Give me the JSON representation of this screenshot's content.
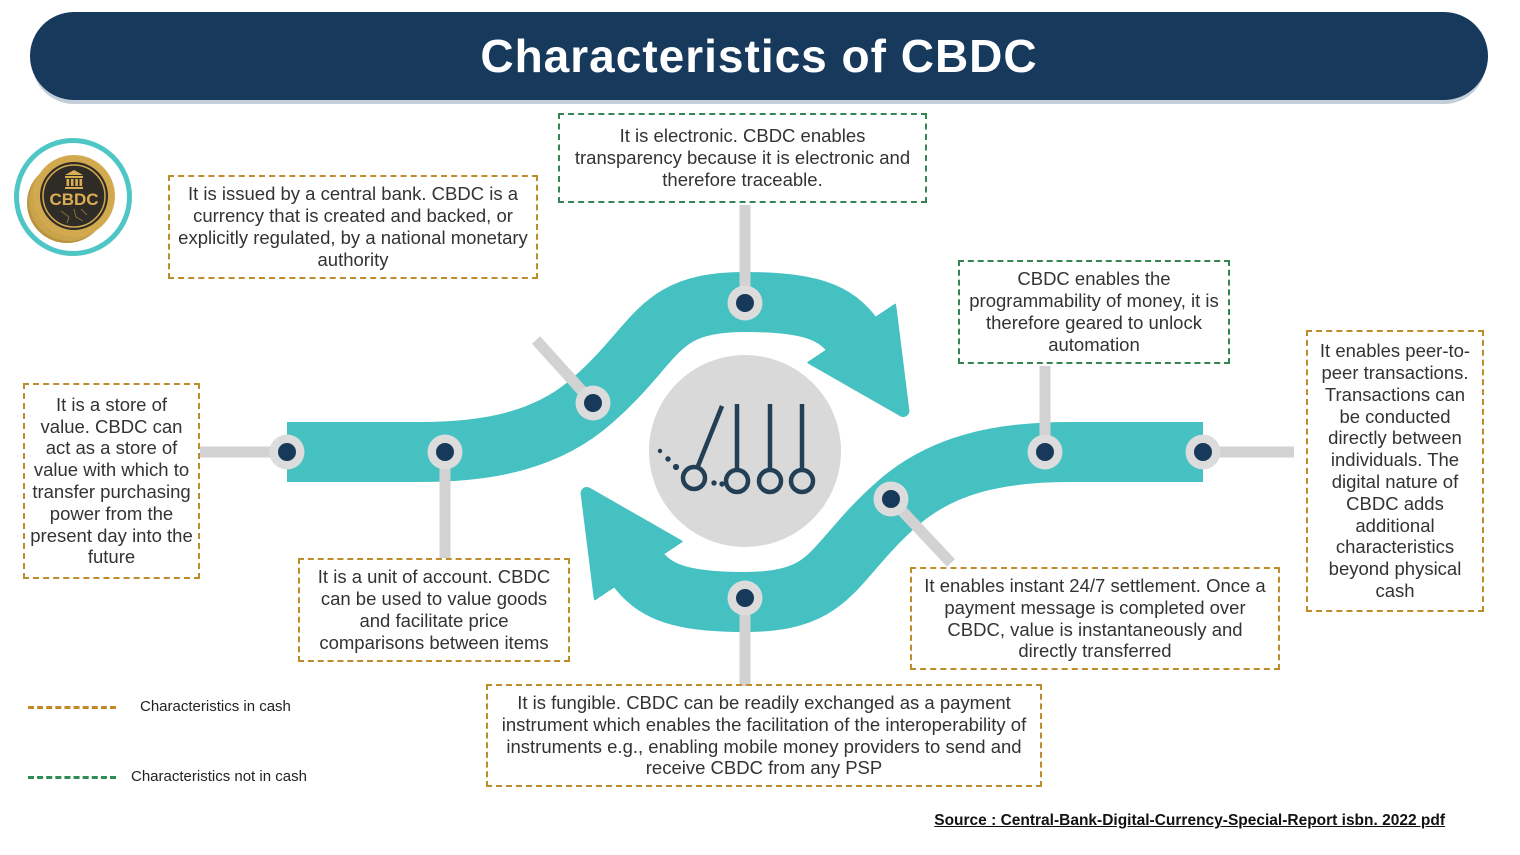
{
  "title": "Characteristics of CBDC",
  "logo": {
    "coin_label": "CBDC"
  },
  "colors": {
    "header_bg": "#16395C",
    "flow_teal": "#45C1C2",
    "in_cash_border": "#BE8C2B",
    "not_in_cash_border": "#358552",
    "dot_navy": "#17395A",
    "connector_gray": "#D2D2D2",
    "center_circle_gray": "#D9D9D9"
  },
  "characteristics": [
    {
      "id": "electronic",
      "category": "not_in_cash",
      "text": "It is electronic. CBDC enables transparency because it is electronic and therefore traceable."
    },
    {
      "id": "central_bank",
      "category": "in_cash",
      "text": "It is issued by a central bank. CBDC is a currency that is created and backed, or explicitly regulated, by a national monetary authority"
    },
    {
      "id": "programmability",
      "category": "not_in_cash",
      "text": "CBDC enables the programmability of money, it is therefore geared to unlock automation"
    },
    {
      "id": "peer_to_peer",
      "category": "in_cash",
      "text": "It enables peer-to-peer transactions. Transactions can be conducted directly between individuals. The digital nature of CBDC adds additional characteristics beyond physical cash"
    },
    {
      "id": "store_of_value",
      "category": "in_cash",
      "text": "It is a store of value. CBDC can act as a store of value with which to transfer purchasing power from the present day into the future"
    },
    {
      "id": "unit_of_account",
      "category": "in_cash",
      "text": "It is a unit of account. CBDC can be used to value goods and facilitate price comparisons between items"
    },
    {
      "id": "instant_settlement",
      "category": "in_cash",
      "text": "It enables instant 24/7 settlement. Once a payment message is completed over CBDC, value is instantaneously and directly transferred"
    },
    {
      "id": "fungible",
      "category": "in_cash",
      "text": "It is fungible. CBDC can be readily exchanged as a payment instrument which enables the facilitation of the interoperability of instruments e.g., enabling mobile money providers to send and receive CBDC from any PSP"
    }
  ],
  "legend": [
    {
      "label": "Characteristics  in cash",
      "category": "in_cash"
    },
    {
      "label": "Characteristics  not in  cash",
      "category": "not_in_cash"
    }
  ],
  "source": "Source : Central-Bank-Digital-Currency-Special-Report isbn.  2022 pdf"
}
